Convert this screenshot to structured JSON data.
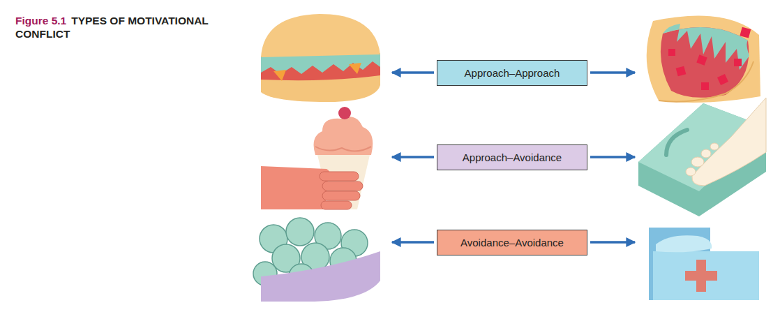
{
  "diagram": {
    "title": "Figure 5.1",
    "caption": "TYPES OF MOTIVATIONAL CONFLICT",
    "nodes": [
      {
        "text": [
          "Approach–Approach"
        ]
      },
      {
        "text": [
          "Approach–Avoidance"
        ]
      },
      {
        "text": [
          "Avoidance–Avoidance"
        ]
      }
    ]
  }
}
